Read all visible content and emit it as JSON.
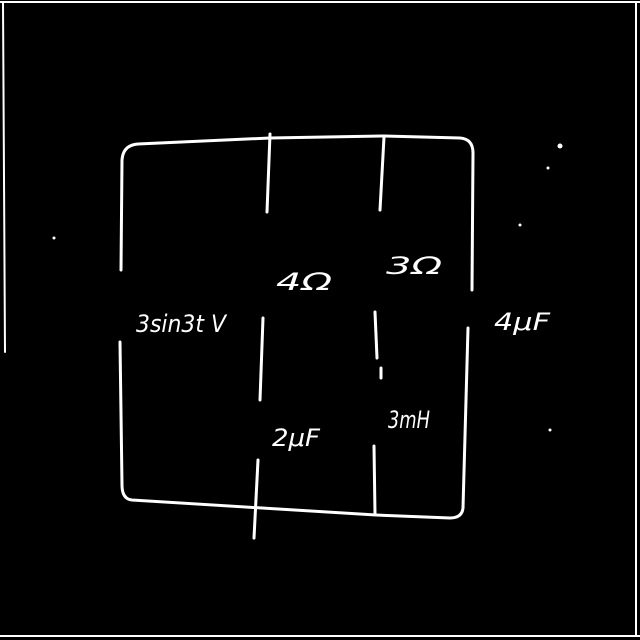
{
  "diagram": {
    "background": "#000000",
    "ink_color": "#ffffff",
    "labels": {
      "source": "3sin3t V",
      "resistor_left": "4Ω",
      "resistor_right": "3Ω",
      "cap_left": "2μF",
      "inductor": "3mH",
      "cap_right": "4μF"
    }
  }
}
